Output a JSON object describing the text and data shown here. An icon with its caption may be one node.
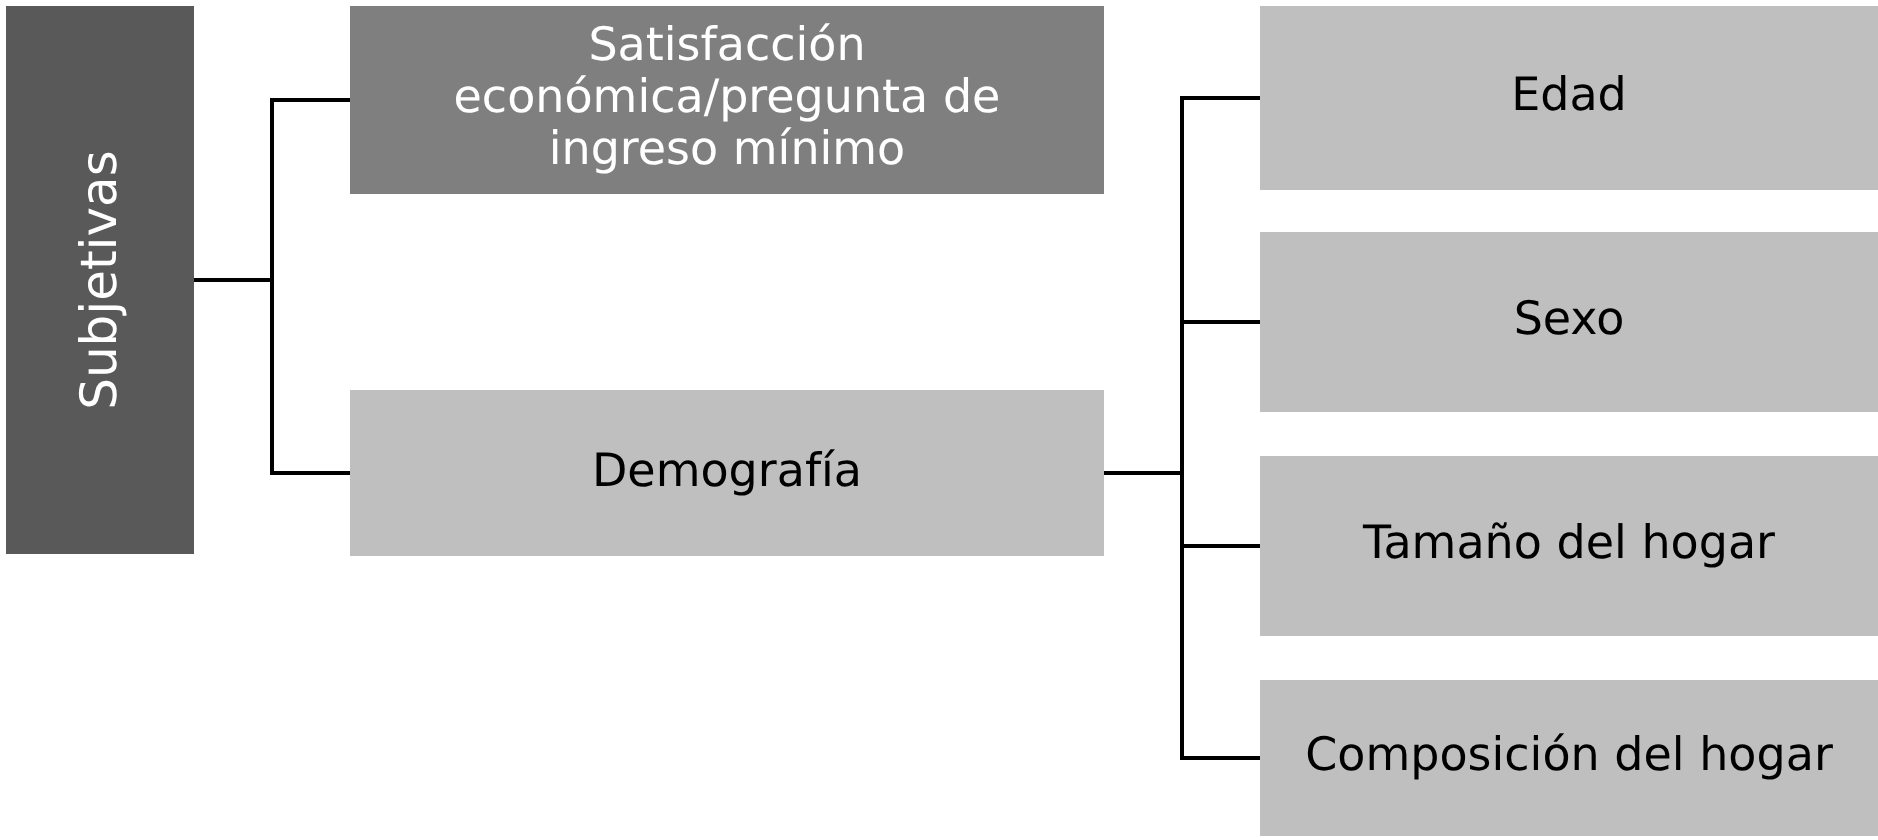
{
  "diagram": {
    "nodes": [
      {
        "text": [
          "Subjetivas"
        ]
      },
      {
        "text": [
          "Satisfacción económica/pregunta de ingreso mínimo"
        ]
      },
      {
        "text": [
          "Demografía"
        ]
      },
      {
        "text": [
          "Edad"
        ]
      },
      {
        "text": [
          "Sexo"
        ]
      },
      {
        "text": [
          "Tamaño del hogar"
        ]
      },
      {
        "text": [
          "Composición del hogar"
        ]
      }
    ],
    "edges": [
      {
        "from": 0,
        "to": 1,
        "arrow": "none"
      },
      {
        "from": 0,
        "to": 2,
        "arrow": "none"
      },
      {
        "from": 2,
        "to": 3,
        "arrow": "none"
      },
      {
        "from": 2,
        "to": 4,
        "arrow": "none"
      },
      {
        "from": 2,
        "to": 5,
        "arrow": "none"
      },
      {
        "from": 2,
        "to": 6,
        "arrow": "none"
      }
    ]
  }
}
